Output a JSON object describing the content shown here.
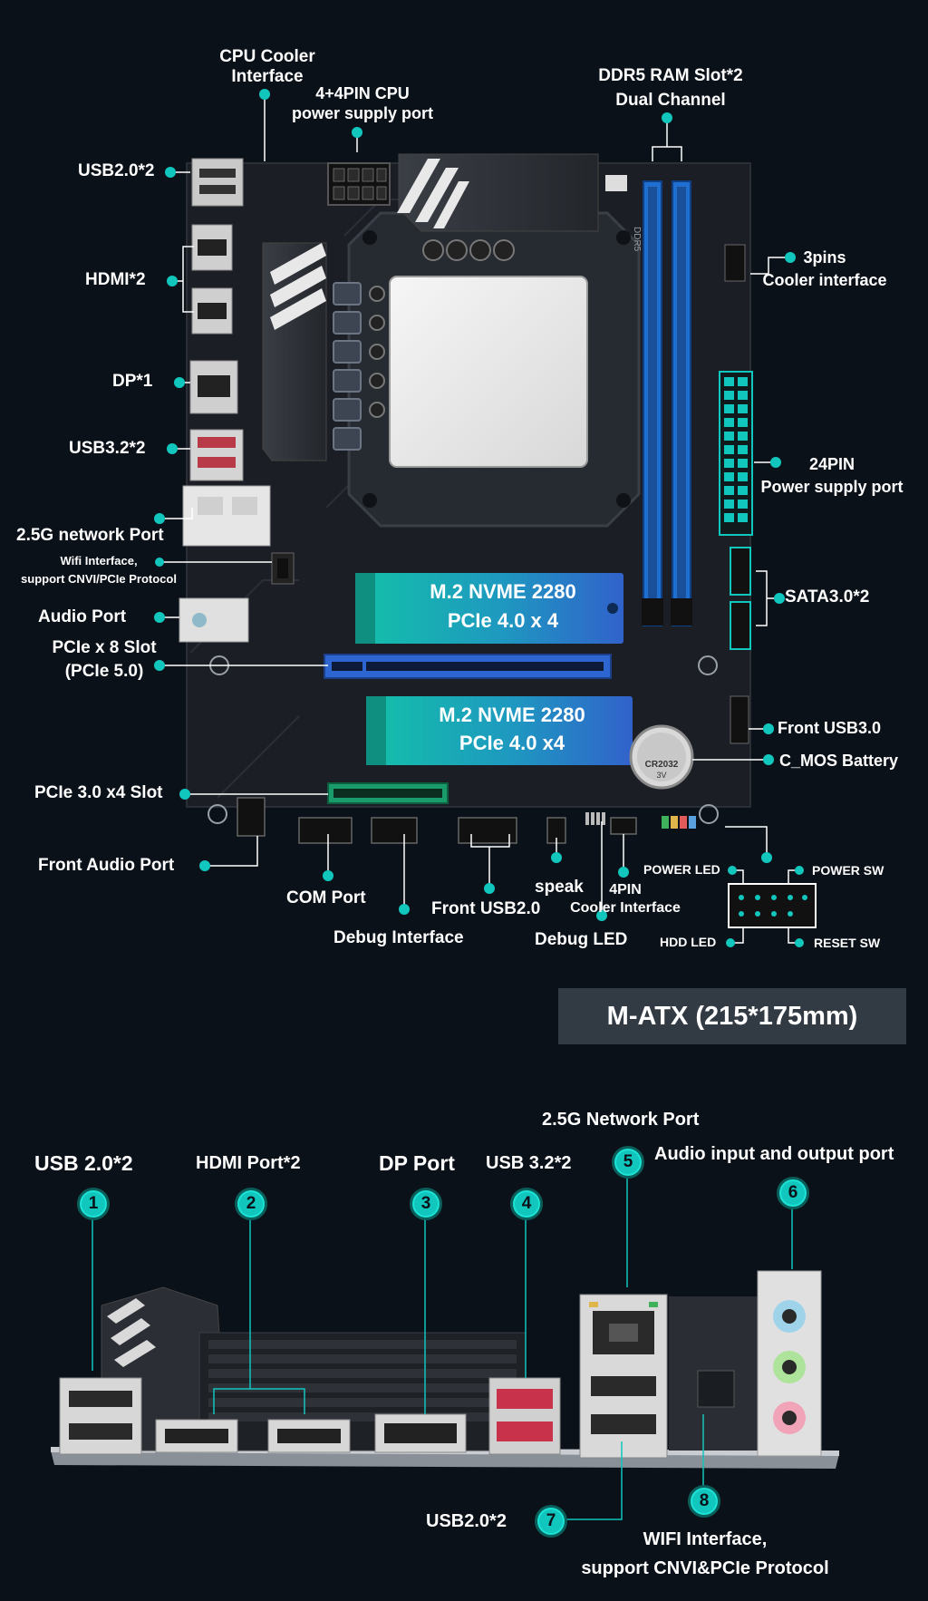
{
  "board_labels": {
    "cpu_cooler": "CPU Cooler\nInterface",
    "cpu_power": "4+4PIN CPU\npower supply port",
    "ddr5": "DDR5 RAM Slot*2\nDual Channel",
    "usb20_top": "USB2.0*2",
    "hdmi": "HDMI*2",
    "dp": "DP*1",
    "usb32": "USB3.2*2",
    "net": "2.5G network Port",
    "wifi": "Wifi Interface,\nsupport CNVI/PCIe Protocol",
    "audio": "Audio Port",
    "pcie8": "PCIe x 8 Slot\n(PCIe 5.0)",
    "pcie3": "PCIe 3.0 x4 Slot",
    "front_audio": "Front Audio Port",
    "com": "COM Port",
    "debug_if": "Debug Interface",
    "front_usb2": "Front USB2.0",
    "speak": "speak",
    "fourpin": "4PIN\nCooler Interface",
    "debug_led": "Debug LED",
    "threepins": "3pins\nCooler interface",
    "pin24": "24PIN\nPower supply port",
    "sata": "SATA3.0*2",
    "front_usb3": "Front USB3.0",
    "cmos": "C_MOS Battery",
    "power_led": "POWER LED",
    "power_sw": "POWER SW",
    "hdd_led": "HDD LED",
    "reset_sw": "RESET SW"
  },
  "m2_slots": [
    {
      "line1": "M.2 NVME 2280",
      "line2": "PCIe 4.0 x 4"
    },
    {
      "line1": "M.2 NVME 2280",
      "line2": "PCIe 4.0 x4"
    }
  ],
  "form_factor": "M-ATX (215*175mm)",
  "io_panel": {
    "items": [
      {
        "num": "1",
        "label": "USB 2.0*2"
      },
      {
        "num": "2",
        "label": "HDMI Port*2"
      },
      {
        "num": "3",
        "label": "DP Port"
      },
      {
        "num": "4",
        "label": "USB 3.2*2"
      },
      {
        "num": "5",
        "label": "2.5G Network Port"
      },
      {
        "num": "6",
        "label": "Audio input and output port"
      },
      {
        "num": "7",
        "label": "USB2.0*2"
      },
      {
        "num": "8",
        "label": "WIFI Interface,\nsupport CNVI&PCIe Protocol"
      }
    ]
  },
  "chip_text": {
    "battery1": "CR2032",
    "battery2": "3V",
    "ddr5_print": "DDR5"
  },
  "colors": {
    "accent": "#10c6bd",
    "ram_blue": "#1f6fd1",
    "m2_teal": "#12b9a6",
    "m2_blue": "#2f64c8",
    "pcie_green": "#1a9b6c",
    "board": "#1a1e24"
  }
}
